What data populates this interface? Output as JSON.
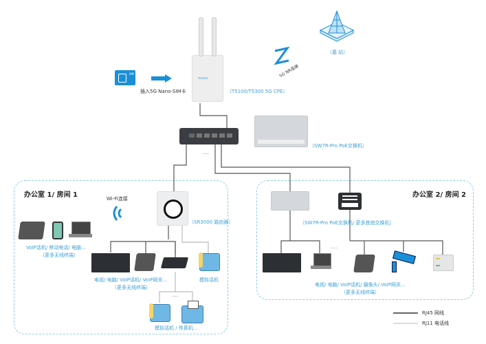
{
  "top": {
    "sim_label": "插入5G Nano-SIM卡",
    "cpe_label": "（T5100/T5300 5G CPE）",
    "nr_label": "5G NR连接",
    "base_station_label": "（基 站）",
    "cpe_brand": "Yeastar",
    "sim_text": "SIM"
  },
  "core": {
    "switch_label": "（SW7R-Pro PoE交换机）",
    "ellipsis": "......"
  },
  "office1": {
    "title": "办公室 1/ 房间 1",
    "wifi_label": "Wi-Fi连接",
    "router_label": "（SR3000 路由器）",
    "wireless_devices_label": "VoIP话机/ 移动电话/ 电脑...",
    "wireless_devices_sub": "（更多无线终端）",
    "wired_devices_label": "电视/ 电脑/ VoIP话机/ VoIP网关...",
    "wired_devices_sub": "（更多无线终端）",
    "analog_phone_label": "模拟话机",
    "gateway_children_label": "模拟话机 / 传真机...",
    "ellipsis": "......"
  },
  "office2": {
    "title": "办公室 2/ 房间 2",
    "switches_label": "（SW7R-Pro PoE交换机/ 更多其他交换机）",
    "devices_label": "电视/ 电脑/ VoIP话机/ 摄像头/ VoIP网关...",
    "devices_sub": "（更多无线终端）",
    "ellipsis": "......"
  },
  "legend": {
    "items": [
      {
        "label": "RJ45 网线",
        "color": "#666666"
      },
      {
        "label": "RJ11 电话线",
        "color": "#bbbbbb"
      }
    ]
  },
  "colors": {
    "accent": "#3a9fd6",
    "rj45": "#555555",
    "rj11": "#bbbbbb",
    "dashed_border": "#8ccbeb"
  }
}
